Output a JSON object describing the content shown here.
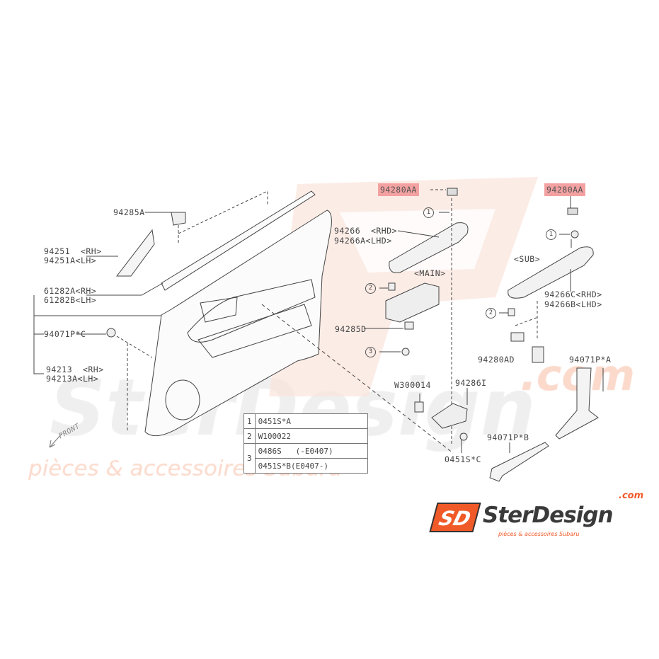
{
  "watermark": {
    "brand": "SterDesign",
    "domain": ".com",
    "tagline": "pièces & accessoires Subaru"
  },
  "logo": {
    "mark": "SD",
    "brand": "SterDesign",
    "domain": ".com",
    "tagline": "pièces & accessoires Subaru"
  },
  "labels": {
    "p94285A": "94285A",
    "p94251": "94251  <RH>",
    "p94251A": "94251A<LH>",
    "p61282A": "61282A<RH>",
    "p61282B": "61282B<LH>",
    "p94071PC": "94071P*C",
    "p94213": "94213  <RH>",
    "p94213A": "94213A<LH>",
    "p94280AA_1": "94280AA",
    "p94280AA_2": "94280AA",
    "p94266": "94266  <RHD>",
    "p94266A": "94266A<LHD>",
    "main": "<MAIN>",
    "p94285D": "94285D",
    "sub": "<SUB>",
    "p94266C": "94266C<RHD>",
    "p94266B": "94266B<LHD>",
    "p94280AD": "94280AD",
    "p94071PA": "94071P*A",
    "w300014": "W300014",
    "p94286I": "94286I",
    "p94071PB": "94071P*B",
    "p0451SC": "0451S*C",
    "front": "FRONT"
  },
  "callouts": {
    "one": "1",
    "two": "2",
    "three": "3"
  },
  "legend": [
    {
      "num": "1",
      "part": "0451S*A"
    },
    {
      "num": "2",
      "part": "W100022"
    },
    {
      "num": "3",
      "part": "0486S   (-E0407)"
    },
    {
      "num": "3",
      "part": "0451S*B(E0407-)"
    }
  ],
  "colors": {
    "highlight": "#f4a1a1",
    "brand_orange": "#f05a28",
    "watermark_gray": "#eeeeee"
  }
}
